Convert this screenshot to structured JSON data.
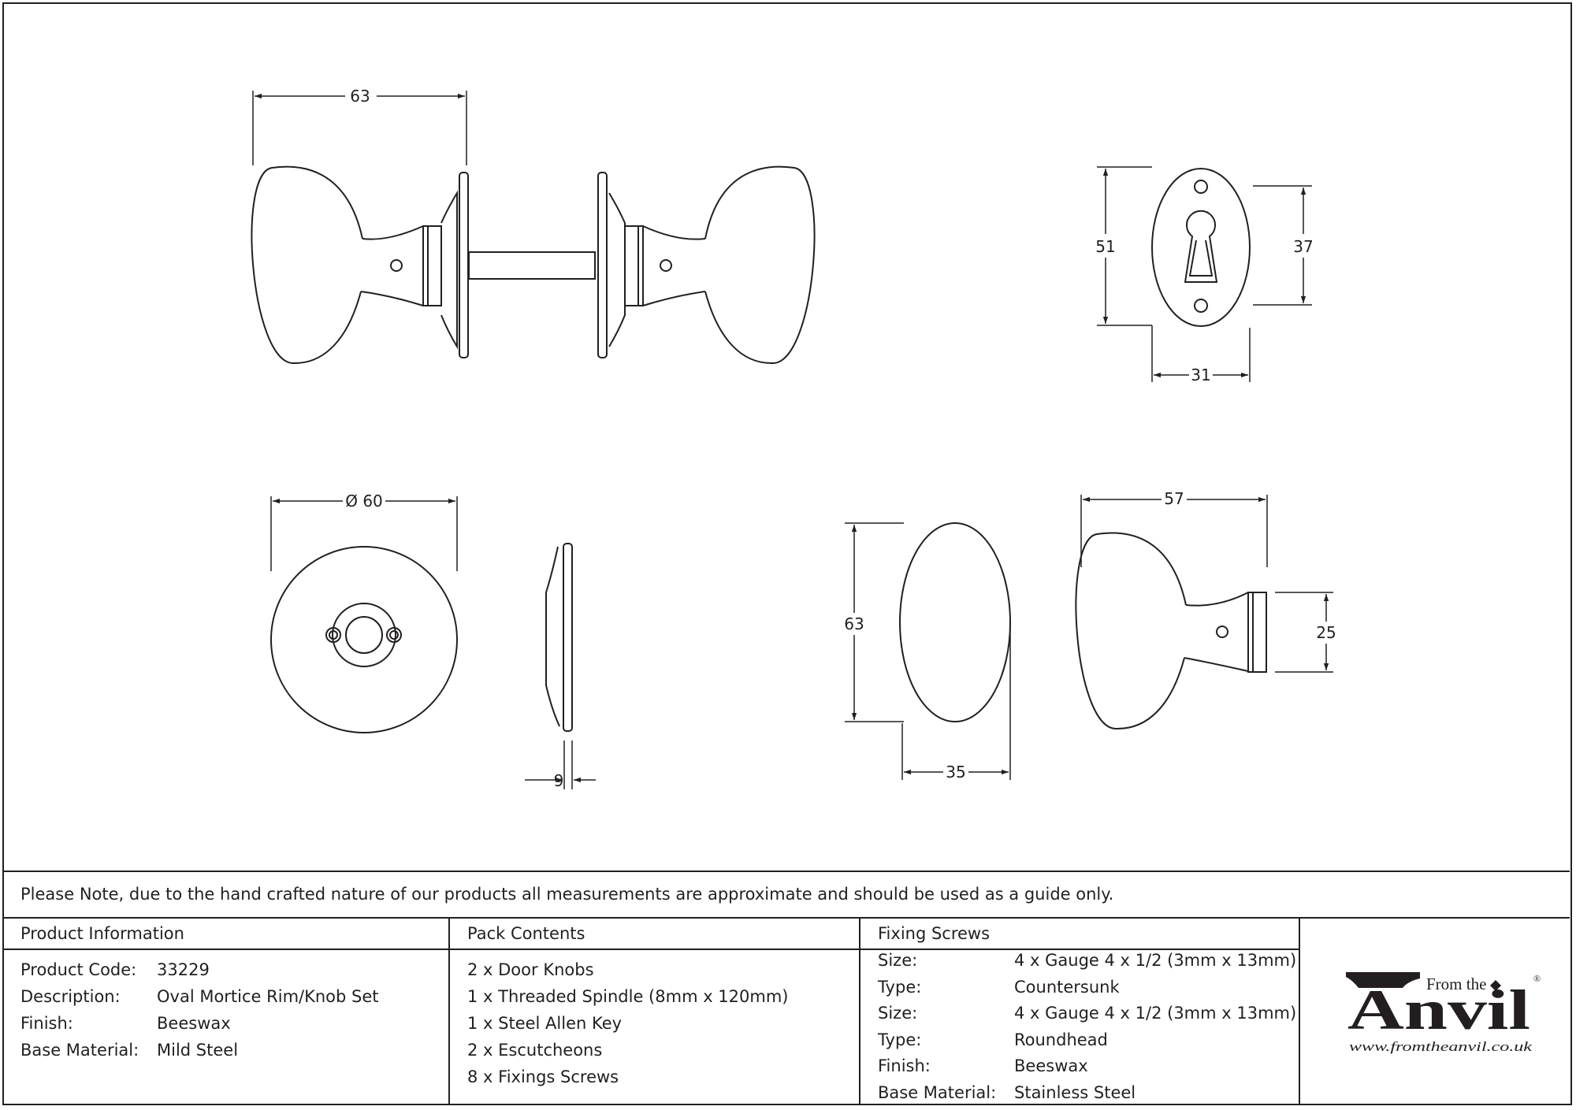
{
  "dimensions": {
    "knob_set_length": "63",
    "escutcheon_height": "51",
    "escutcheon_keyhole_span": "37",
    "escutcheon_width": "31",
    "rose_diameter": "Ø 60",
    "rose_depth": "9",
    "knob_height": "63",
    "knob_width": "35",
    "knob_projection": "57",
    "neck_diameter": "25"
  },
  "note": "Please Note, due to the hand crafted nature of our products all measurements are approximate and should be used as a guide only.",
  "product_information": {
    "heading": "Product Information",
    "rows": [
      {
        "label": "Product Code:",
        "value": "33229"
      },
      {
        "label": "Description:",
        "value": "Oval Mortice Rim/Knob Set"
      },
      {
        "label": "Finish:",
        "value": "Beeswax"
      },
      {
        "label": "Base Material:",
        "value": "Mild Steel"
      }
    ]
  },
  "pack_contents": {
    "heading": "Pack Contents",
    "items": [
      "2 x Door Knobs",
      "1 x Threaded Spindle (8mm x 120mm)",
      "1 x Steel Allen Key",
      "2 x Escutcheons",
      "8 x Fixings Screws"
    ]
  },
  "fixing_screws": {
    "heading": "Fixing Screws",
    "rows": [
      {
        "label": "Size:",
        "value": "4 x Gauge 4 x 1/2 (3mm x 13mm)"
      },
      {
        "label": "Type:",
        "value": "Countersunk"
      },
      {
        "label": "Size:",
        "value": "4 x Gauge 4 x 1/2 (3mm x 13mm)"
      },
      {
        "label": "Type:",
        "value": "Roundhead"
      },
      {
        "label": "Finish:",
        "value": "Beeswax"
      },
      {
        "label": "Base Material:",
        "value": "Stainless Steel"
      }
    ]
  },
  "logo": {
    "from_the": "From the",
    "brand": "Anvil",
    "registered": "®",
    "url": "www.fromtheanvil.co.uk"
  },
  "colors": {
    "ink": "#231f20",
    "background": "#ffffff"
  }
}
